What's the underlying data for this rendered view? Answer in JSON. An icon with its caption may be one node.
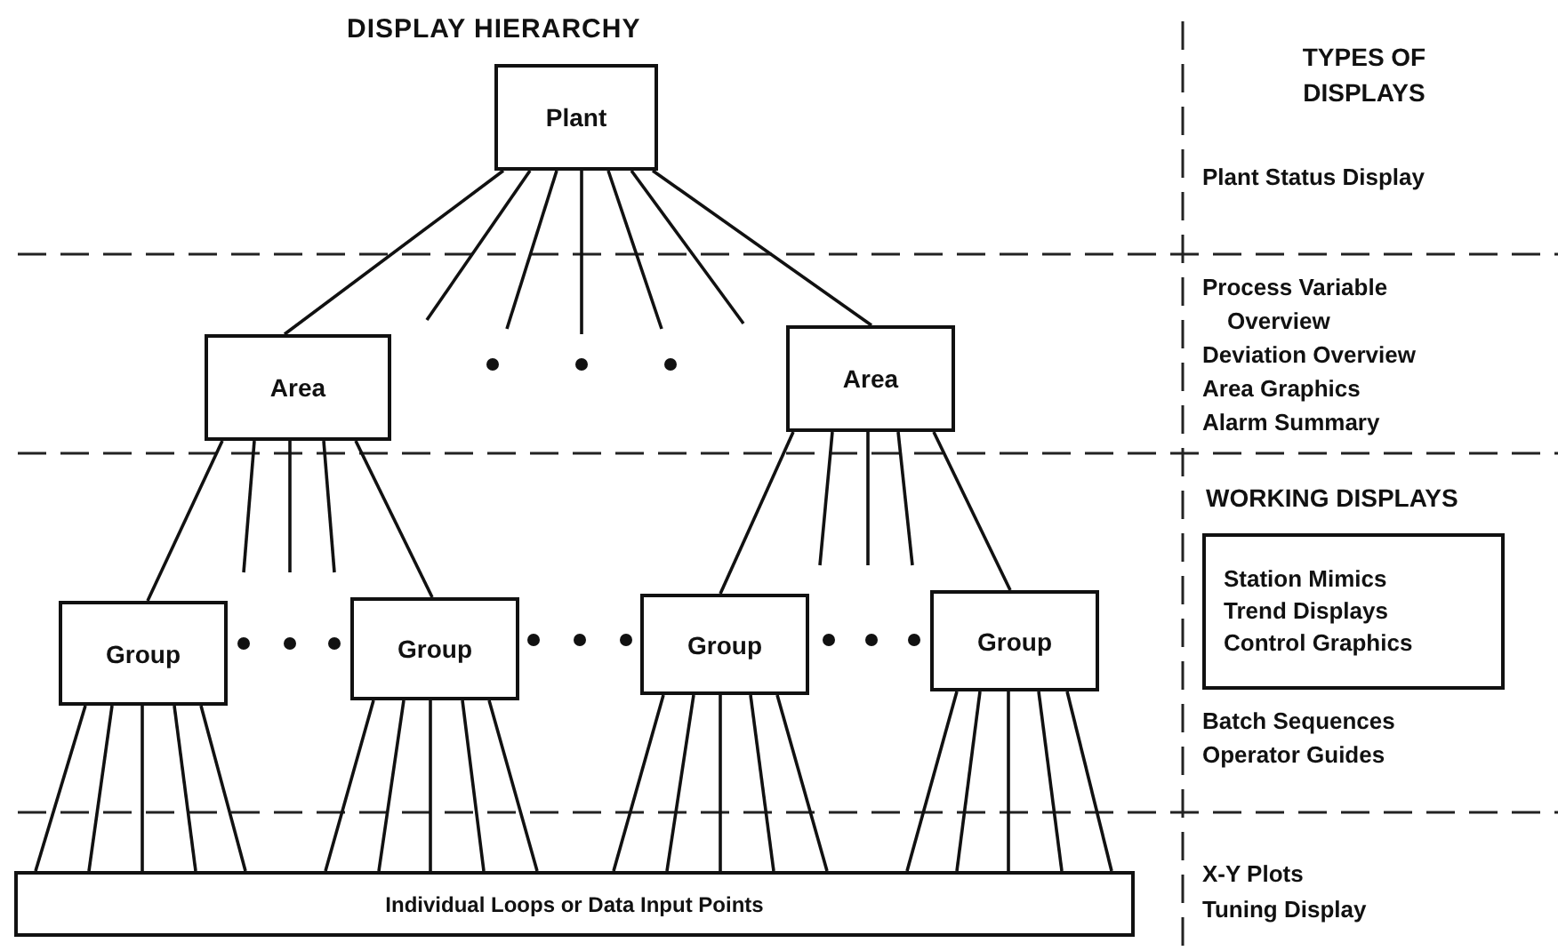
{
  "diagram": {
    "title": "DISPLAY HIERARCHY",
    "nodes": [
      {
        "text": [
          "Plant"
        ]
      },
      {
        "text": [
          "Area"
        ]
      },
      {
        "text": [
          "Area"
        ]
      },
      {
        "text": [
          "Group"
        ]
      },
      {
        "text": [
          "Group"
        ]
      },
      {
        "text": [
          "Group"
        ]
      },
      {
        "text": [
          "Group"
        ]
      },
      {
        "text": [
          "Individual Loops or Data Input Points"
        ]
      },
      {
        "text": [
          "Station Mimics",
          "Trend Displays",
          "Control Graphics"
        ]
      }
    ],
    "edges": [
      {
        "from": 0,
        "to": 1,
        "arrow": "none"
      },
      {
        "from": 0,
        "to": null,
        "arrow": "none"
      },
      {
        "from": 0,
        "to": null,
        "arrow": "none"
      },
      {
        "from": 0,
        "to": null,
        "arrow": "none"
      },
      {
        "from": 0,
        "to": null,
        "arrow": "none"
      },
      {
        "from": 0,
        "to": null,
        "arrow": "none"
      },
      {
        "from": 0,
        "to": 2,
        "arrow": "none"
      },
      {
        "from": 1,
        "to": 3,
        "arrow": "none"
      },
      {
        "from": 1,
        "to": null,
        "arrow": "none"
      },
      {
        "from": 1,
        "to": null,
        "arrow": "none"
      },
      {
        "from": 1,
        "to": null,
        "arrow": "none"
      },
      {
        "from": 1,
        "to": 4,
        "arrow": "none"
      },
      {
        "from": 2,
        "to": 5,
        "arrow": "none"
      },
      {
        "from": 2,
        "to": null,
        "arrow": "none"
      },
      {
        "from": 2,
        "to": null,
        "arrow": "none"
      },
      {
        "from": 2,
        "to": null,
        "arrow": "none"
      },
      {
        "from": 2,
        "to": 6,
        "arrow": "none"
      },
      {
        "from": 3,
        "to": 7,
        "arrow": "none"
      },
      {
        "from": 3,
        "to": 7,
        "arrow": "none"
      },
      {
        "from": 3,
        "to": 7,
        "arrow": "none"
      },
      {
        "from": 3,
        "to": 7,
        "arrow": "none"
      },
      {
        "from": 3,
        "to": 7,
        "arrow": "none"
      },
      {
        "from": 4,
        "to": 7,
        "arrow": "none"
      },
      {
        "from": 4,
        "to": 7,
        "arrow": "none"
      },
      {
        "from": 4,
        "to": 7,
        "arrow": "none"
      },
      {
        "from": 4,
        "to": 7,
        "arrow": "none"
      },
      {
        "from": 4,
        "to": 7,
        "arrow": "none"
      },
      {
        "from": 5,
        "to": 7,
        "arrow": "none"
      },
      {
        "from": 5,
        "to": 7,
        "arrow": "none"
      },
      {
        "from": 5,
        "to": 7,
        "arrow": "none"
      },
      {
        "from": 5,
        "to": 7,
        "arrow": "none"
      },
      {
        "from": 5,
        "to": 7,
        "arrow": "none"
      },
      {
        "from": 6,
        "to": 7,
        "arrow": "none"
      },
      {
        "from": 6,
        "to": 7,
        "arrow": "none"
      },
      {
        "from": 6,
        "to": 7,
        "arrow": "none"
      },
      {
        "from": 6,
        "to": 7,
        "arrow": "none"
      },
      {
        "from": 6,
        "to": 7,
        "arrow": "none"
      }
    ],
    "labels": [
      "TYPES OF DISPLAYS",
      "Plant Status Display",
      "Process Variable Overview",
      "Deviation Overview",
      "Area Graphics",
      "Alarm Summary",
      "WORKING DISPLAYS",
      "Batch Sequences",
      "Operator Guides",
      "X-Y Plots",
      "Tuning Display"
    ]
  }
}
